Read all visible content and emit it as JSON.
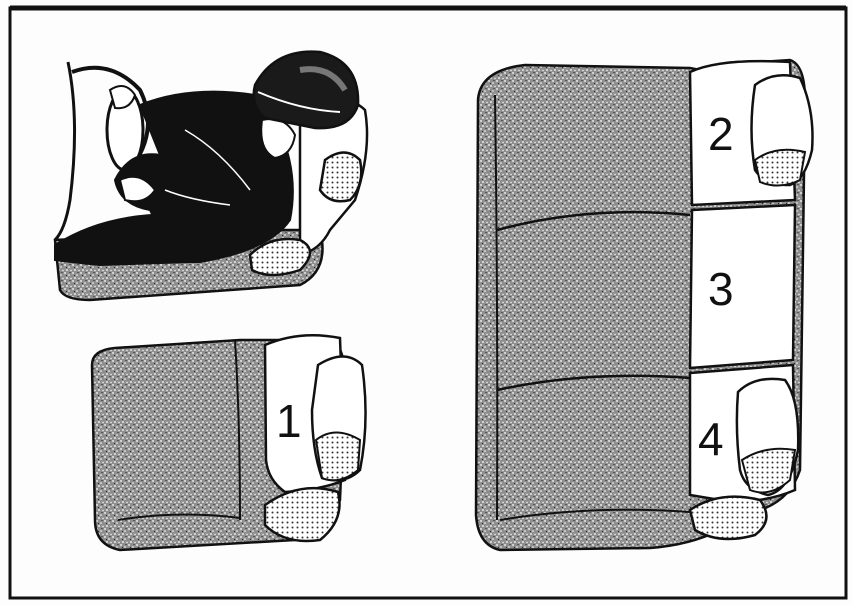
{
  "seat_labels": {
    "one": "1",
    "two": "2",
    "three": "3",
    "four": "4"
  },
  "colors": {
    "ink": "#111111",
    "upholstery": "#9a9a9a",
    "panel": "#ffffff",
    "headrest_shade": "#bdbdbd"
  }
}
